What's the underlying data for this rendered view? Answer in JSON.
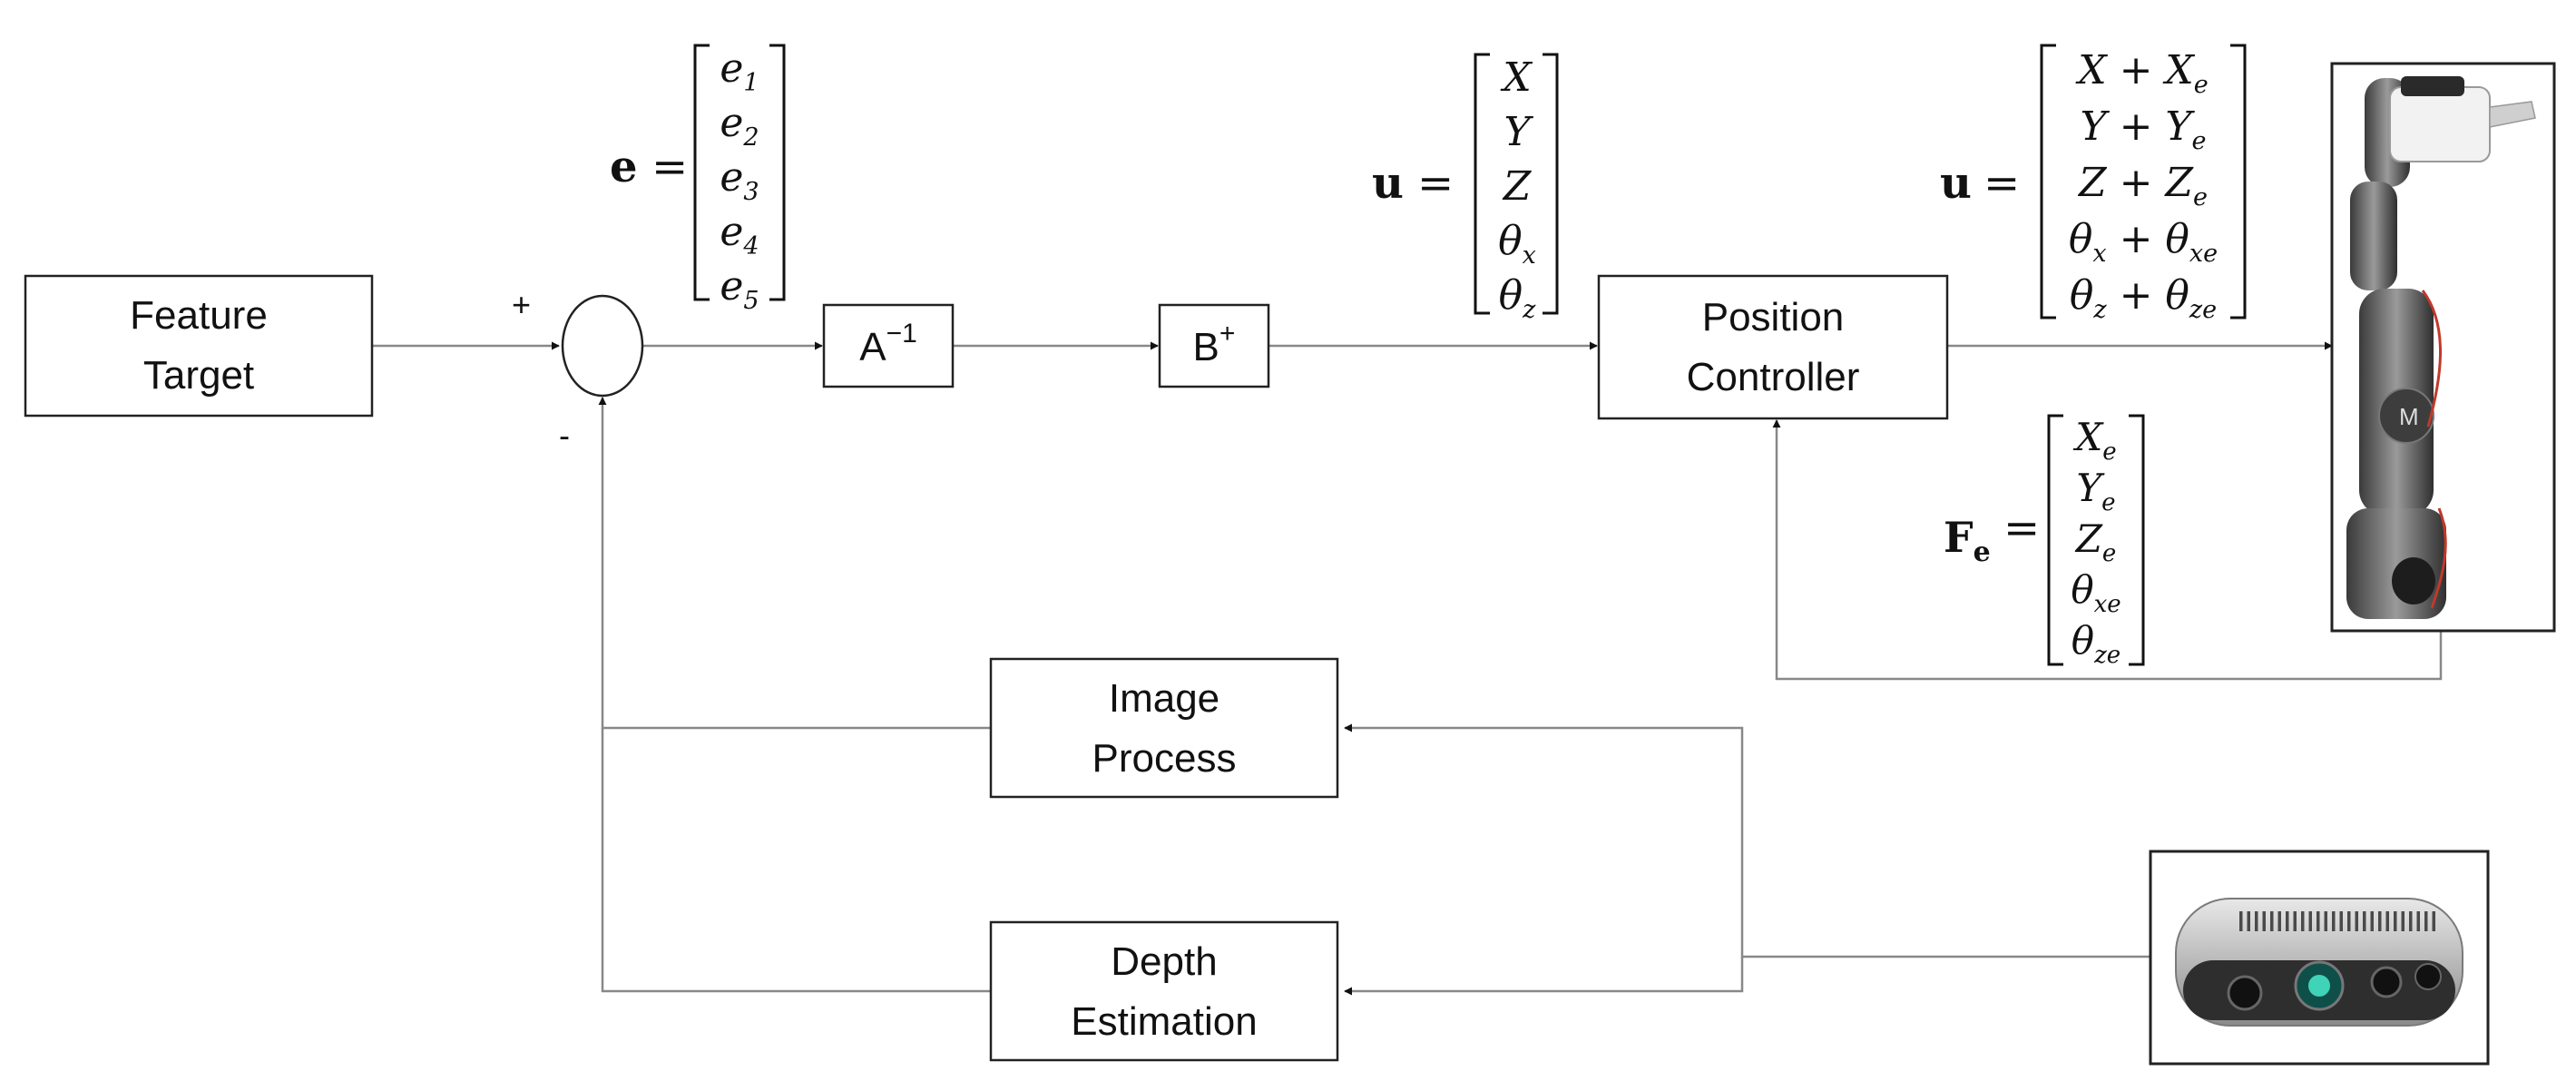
{
  "blocks": {
    "feature_target": [
      "Feature",
      "Target"
    ],
    "a_inverse": {
      "base": "A",
      "sup": "−1"
    },
    "b_plus": {
      "base": "B",
      "sup": "+"
    },
    "position_controller": [
      "Position",
      "Controller"
    ],
    "image_process": [
      "Image",
      "Process"
    ],
    "depth_estimation": [
      "Depth",
      "Estimation"
    ]
  },
  "summing_junction": {
    "plus": "+",
    "minus": "-"
  },
  "vectors": {
    "e": {
      "symbol": "e",
      "equals": "=",
      "entries": [
        {
          "b": "e",
          "s": "1"
        },
        {
          "b": "e",
          "s": "2"
        },
        {
          "b": "e",
          "s": "3"
        },
        {
          "b": "e",
          "s": "4"
        },
        {
          "b": "e",
          "s": "5"
        }
      ]
    },
    "u": {
      "symbol": "u",
      "equals": "=",
      "entries": [
        {
          "b": "X",
          "s": ""
        },
        {
          "b": "Y",
          "s": ""
        },
        {
          "b": "Z",
          "s": ""
        },
        {
          "b": "θ",
          "s": "x"
        },
        {
          "b": "θ",
          "s": "z"
        }
      ]
    },
    "u_total": {
      "symbol": "u",
      "equals": "=",
      "entries": [
        {
          "a": "X",
          "op": " + ",
          "b": "X",
          "s": "e"
        },
        {
          "a": "Y",
          "op": " + ",
          "b": "Y",
          "s": "e"
        },
        {
          "a": "Z",
          "op": " + ",
          "b": "Z",
          "s": "e"
        },
        {
          "a": "θ",
          "as": "x",
          "op": " + ",
          "b": "θ",
          "s": "xe"
        },
        {
          "a": "θ",
          "as": "z",
          "op": " + ",
          "b": "θ",
          "s": "ze"
        }
      ]
    },
    "fe": {
      "symbol": "F",
      "symbol_sub": "e",
      "equals": "=",
      "entries": [
        {
          "b": "X",
          "s": "e"
        },
        {
          "b": "Y",
          "s": "e"
        },
        {
          "b": "Z",
          "s": "e"
        },
        {
          "b": "θ",
          "s": "xe"
        },
        {
          "b": "θ",
          "s": "ze"
        }
      ]
    }
  },
  "pictures": {
    "robot_arm": "robot-arm-icon",
    "depth_camera": "depth-camera-icon"
  }
}
